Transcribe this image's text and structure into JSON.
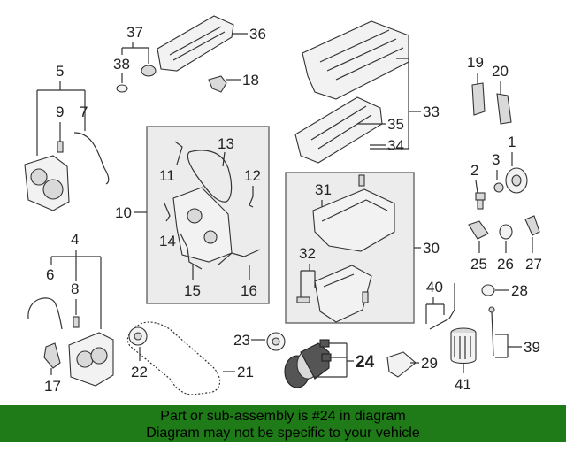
{
  "diagram": {
    "callouts": {
      "c1": "1",
      "c2": "2",
      "c3": "3",
      "c4": "4",
      "c5": "5",
      "c6": "6",
      "c7": "7",
      "c8": "8",
      "c9": "9",
      "c10": "10",
      "c11": "11",
      "c12": "12",
      "c13": "13",
      "c14": "14",
      "c15": "15",
      "c16": "16",
      "c17": "17",
      "c18": "18",
      "c19": "19",
      "c20": "20",
      "c21": "21",
      "c22": "22",
      "c23": "23",
      "c24": "24",
      "c25": "25",
      "c26": "26",
      "c27": "27",
      "c28": "28",
      "c29": "29",
      "c30": "30",
      "c31": "31",
      "c32": "32",
      "c33": "33",
      "c34": "34",
      "c35": "35",
      "c36": "36",
      "c37": "37",
      "c38": "38",
      "c39": "39",
      "c40": "40",
      "c41": "41"
    },
    "highlighted_part": "24"
  },
  "banner": {
    "line1": "Part or sub-assembly is #24 in diagram",
    "line2": "Diagram may not be specific to your vehicle",
    "color": "#1e7b18"
  }
}
